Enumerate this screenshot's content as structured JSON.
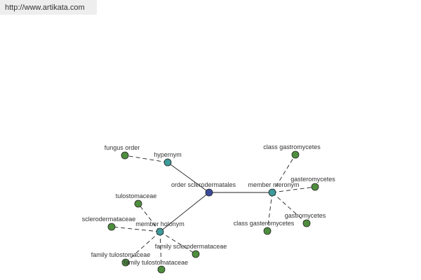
{
  "header": {
    "url": "http://www.artikata.com"
  },
  "colors": {
    "center": "#3a4a9a",
    "relation": "#3f9a9a",
    "leaf": "#4e8e3e",
    "edge": "#222222"
  },
  "graph": {
    "nodes": [
      {
        "id": "center",
        "label": "order sclerodermatales",
        "type": "center"
      },
      {
        "id": "hypernym",
        "label": "hypernym",
        "type": "relation"
      },
      {
        "id": "meronym",
        "label": "member meronym",
        "type": "relation"
      },
      {
        "id": "holonym",
        "label": "member holonym",
        "type": "relation"
      },
      {
        "id": "fungus_order",
        "label": "fungus order",
        "type": "leaf"
      },
      {
        "id": "class_gastromycetes",
        "label": "class gastromycetes",
        "type": "leaf"
      },
      {
        "id": "gasteromycetes",
        "label": "gasteromycetes",
        "type": "leaf"
      },
      {
        "id": "gastromycetes",
        "label": "gastromycetes",
        "type": "leaf"
      },
      {
        "id": "class_gasteromycetes",
        "label": "class gasteromycetes",
        "type": "leaf"
      },
      {
        "id": "tulostomaceae",
        "label": "tulostomaceae",
        "type": "leaf"
      },
      {
        "id": "sclerodermataceae",
        "label": "sclerodermataceae",
        "type": "leaf"
      },
      {
        "id": "family_tulostomaceae",
        "label": "family tulostomaceae",
        "type": "leaf"
      },
      {
        "id": "family_tulostomataceae",
        "label": "family tulostomataceae",
        "type": "leaf"
      },
      {
        "id": "family_sclerodermataceae",
        "label": "family sclerodermataceae",
        "type": "leaf"
      }
    ],
    "edges": [
      {
        "from": "center",
        "to": "hypernym",
        "style": "solid"
      },
      {
        "from": "center",
        "to": "meronym",
        "style": "solid"
      },
      {
        "from": "center",
        "to": "holonym",
        "style": "solid"
      },
      {
        "from": "hypernym",
        "to": "fungus_order",
        "style": "dashed"
      },
      {
        "from": "meronym",
        "to": "class_gastromycetes",
        "style": "dashed"
      },
      {
        "from": "meronym",
        "to": "gasteromycetes",
        "style": "dashed"
      },
      {
        "from": "meronym",
        "to": "gastromycetes",
        "style": "dashed"
      },
      {
        "from": "meronym",
        "to": "class_gasteromycetes",
        "style": "dashed"
      },
      {
        "from": "holonym",
        "to": "tulostomaceae",
        "style": "dashed"
      },
      {
        "from": "holonym",
        "to": "sclerodermataceae",
        "style": "dashed"
      },
      {
        "from": "holonym",
        "to": "family_tulostomaceae",
        "style": "dashed"
      },
      {
        "from": "holonym",
        "to": "family_tulostomataceae",
        "style": "dashed"
      },
      {
        "from": "holonym",
        "to": "family_sclerodermataceae",
        "style": "dashed"
      }
    ]
  }
}
